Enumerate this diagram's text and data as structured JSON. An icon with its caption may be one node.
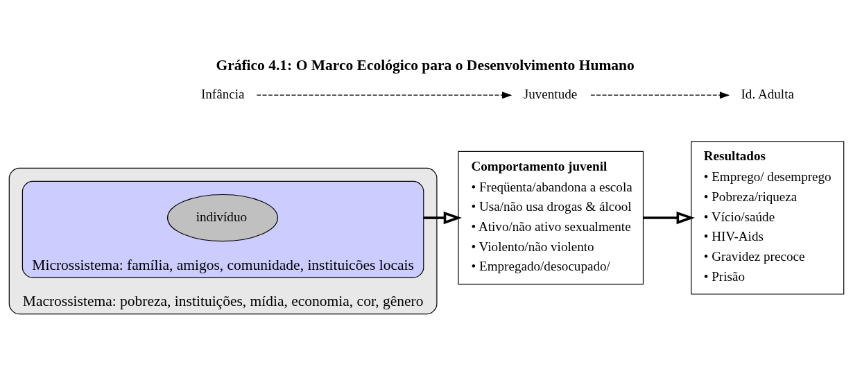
{
  "diagram": {
    "title": "Gráfico 4.1: O Marco Ecológico para o Desenvolvimento Humano",
    "nodes": [
      {
        "text": [
          "Macrossistema: pobreza, instituições, mídia, economia, cor, gênero"
        ]
      },
      {
        "text": [
          "Microssistema: família, amigos, comunidade, instituicões locais"
        ],
        "in": 0
      },
      {
        "text": [
          "indivíduo"
        ],
        "in": 1
      },
      {
        "text": [
          "Comportamento juvenil",
          "• Freqüenta/abandona a escola",
          "• Usa/não usa drogas & álcool",
          "• Ativo/não ativo sexualmente",
          "• Violento/não violento",
          "• Empregado/desocupado/"
        ]
      },
      {
        "text": [
          "Resultados",
          "• Emprego/ desemprego",
          "• Pobreza/riqueza",
          "• Vício/saúde",
          "• HIV-Aids",
          "• Gravidez precoce",
          "• Prisão"
        ]
      },
      {
        "text": [
          "Infância"
        ]
      },
      {
        "text": [
          "Juventude"
        ]
      },
      {
        "text": [
          "Id. Adulta"
        ]
      }
    ],
    "edges": [
      {
        "from": 1,
        "to": 3,
        "arrow": "to",
        "style": "thick"
      },
      {
        "from": 3,
        "to": 4,
        "arrow": "to",
        "style": "thick"
      },
      {
        "from": 5,
        "to": 6,
        "arrow": "to",
        "style": "dashed"
      },
      {
        "from": 6,
        "to": 7,
        "arrow": "to",
        "style": "dashed"
      }
    ]
  }
}
